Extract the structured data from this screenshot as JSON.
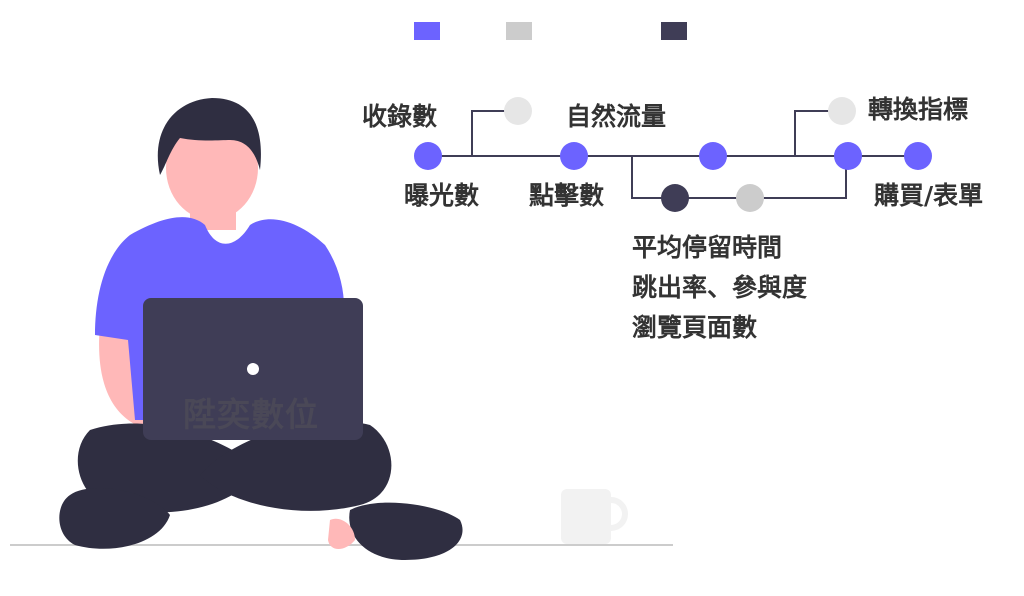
{
  "legend": [
    {
      "color": "#6c63ff"
    },
    {
      "color": "#cccccc"
    },
    {
      "color": "#3f3d56"
    }
  ],
  "labels": {
    "impressions_recorded": "收錄數",
    "organic_traffic": "自然流量",
    "conversion_metrics": "轉換指標",
    "exposure": "曝光數",
    "clicks": "點擊數",
    "purchase_form": "購買/表單"
  },
  "engagement_metrics": [
    "平均停留時間",
    "跳出率、參與度",
    "瀏覽頁面數"
  ],
  "watermark": "陞奕數位",
  "colors": {
    "accent": "#6c63ff",
    "light_gray": "#e6e6e6",
    "node_gray": "#cccccc",
    "dark": "#3f3d56",
    "skin": "#ffb8b8",
    "hair": "#2f2e41",
    "line": "#3f3d56"
  }
}
